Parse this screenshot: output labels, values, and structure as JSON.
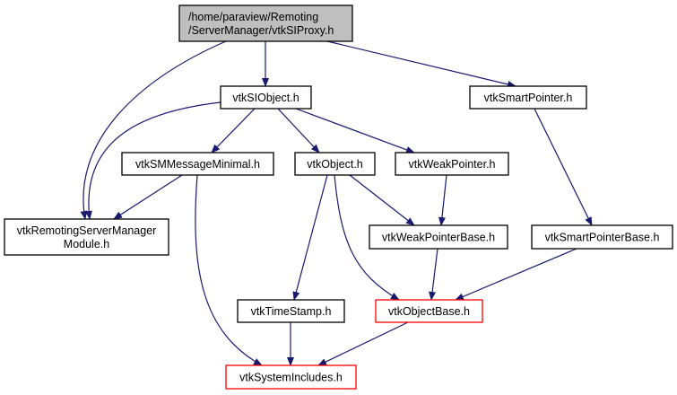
{
  "colors": {
    "edge": "#191970",
    "root_fill": "#bfbfbf",
    "normal_border": "#000000",
    "truncated_border": "#ff0000"
  },
  "nodes": {
    "root": {
      "lines": [
        "/home/paraview/Remoting",
        "/ServerManager/vtkSIProxy.h"
      ]
    },
    "si_object": {
      "lines": [
        "vtkSIObject.h"
      ]
    },
    "smart_pointer": {
      "lines": [
        "vtkSmartPointer.h"
      ]
    },
    "sm_message_minimal": {
      "lines": [
        "vtkSMMessageMinimal.h"
      ]
    },
    "vtk_object": {
      "lines": [
        "vtkObject.h"
      ]
    },
    "weak_pointer": {
      "lines": [
        "vtkWeakPointer.h"
      ]
    },
    "remoting_module": {
      "lines": [
        "vtkRemotingServerManager",
        "Module.h"
      ]
    },
    "weak_pointer_base": {
      "lines": [
        "vtkWeakPointerBase.h"
      ]
    },
    "smart_pointer_base": {
      "lines": [
        "vtkSmartPointerBase.h"
      ]
    },
    "time_stamp": {
      "lines": [
        "vtkTimeStamp.h"
      ]
    },
    "object_base": {
      "lines": [
        "vtkObjectBase.h"
      ]
    },
    "system_includes": {
      "lines": [
        "vtkSystemIncludes.h"
      ]
    }
  }
}
